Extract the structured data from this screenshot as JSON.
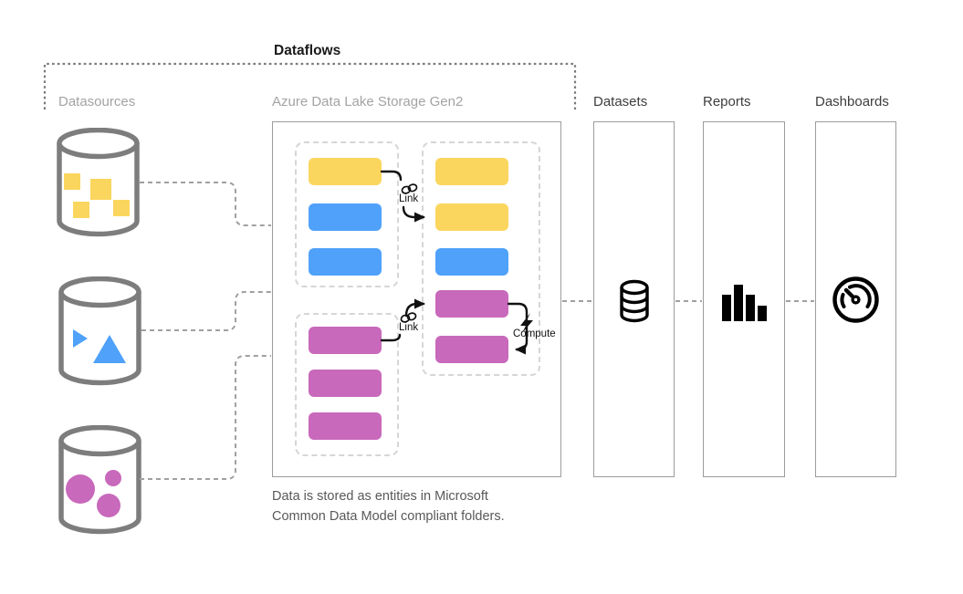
{
  "dataflows": {
    "label": "Dataflows"
  },
  "datasources": {
    "label": "Datasources",
    "items": [
      {
        "name": "datasource-1",
        "shape": "squares",
        "color": "#fbd65e"
      },
      {
        "name": "datasource-2",
        "shape": "triangles",
        "color": "#4fa1fa"
      },
      {
        "name": "datasource-3",
        "shape": "circles",
        "color": "#c869bb"
      }
    ]
  },
  "adls": {
    "label": "Azure Data Lake Storage Gen2",
    "caption": "Data is stored as entities in Microsoft Common Data Model compliant folders.",
    "link_label": "Link",
    "compute_label": "Compute",
    "folders": [
      {
        "name": "source-folder-top",
        "entities": [
          "yellow",
          "blue",
          "blue"
        ]
      },
      {
        "name": "linked-folder-right",
        "entities": [
          "yellow",
          "yellow",
          "blue",
          "magenta",
          "magenta"
        ]
      },
      {
        "name": "source-folder-bottom",
        "entities": [
          "magenta",
          "magenta",
          "magenta"
        ]
      }
    ]
  },
  "outputs": {
    "items": [
      {
        "label": "Datasets",
        "icon": "database-icon"
      },
      {
        "label": "Reports",
        "icon": "bar-chart-icon"
      },
      {
        "label": "Dashboards",
        "icon": "gauge-icon"
      }
    ]
  },
  "colors": {
    "entity_yellow": "#fbd65e",
    "entity_blue": "#4fa1fa",
    "entity_magenta": "#c869bb",
    "box_border": "#9c9c9c",
    "folder_dashed_border": "#d6d6d6",
    "connector_gray": "#a0a0a0",
    "boundary_dotted": "#7a7a7a",
    "muted_label": "#a3a3a3",
    "dark_label": "#3d3d3d",
    "caption_text": "#595959",
    "arrow_black": "#111111"
  }
}
